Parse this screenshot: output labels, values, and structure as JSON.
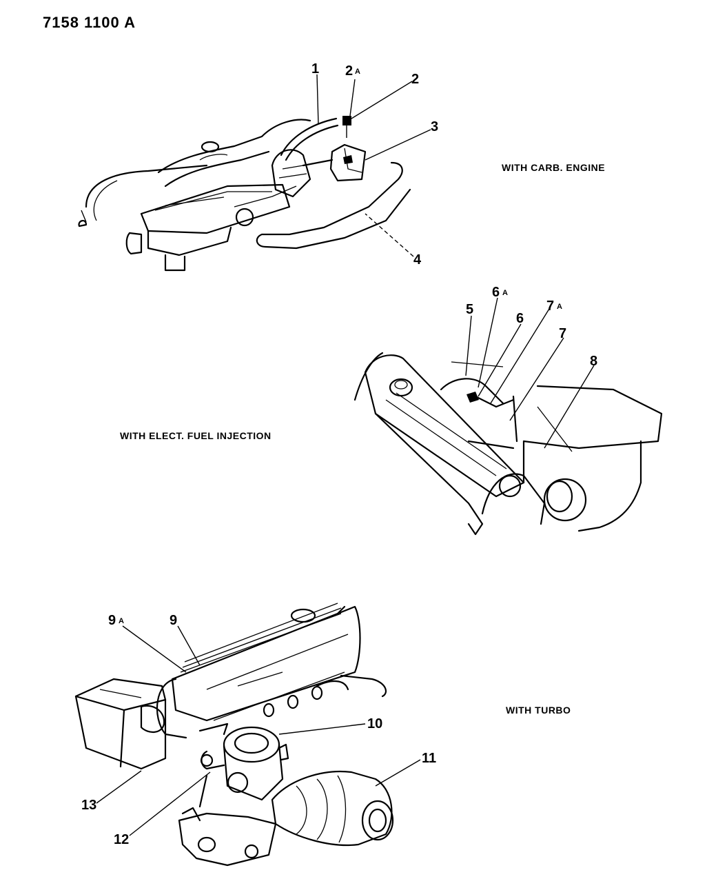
{
  "figure": {
    "reference_code": "7158 1100 A"
  },
  "captions": {
    "carb": "WITH CARB. ENGINE",
    "efi": "WITH ELECT. FUEL INJECTION",
    "turbo": "WITH TURBO"
  },
  "callouts": {
    "c1": "1",
    "c2a_num": "2",
    "c2a_sub": "A",
    "c2": "2",
    "c3": "3",
    "c4": "4",
    "c5": "5",
    "c6a_num": "6",
    "c6a_sub": "A",
    "c6": "6",
    "c7a_num": "7",
    "c7a_sub": "A",
    "c7": "7",
    "c8": "8",
    "c9a_num": "9",
    "c9a_sub": "A",
    "c9": "9",
    "c10": "10",
    "c11": "11",
    "c12": "12",
    "c13": "13"
  }
}
